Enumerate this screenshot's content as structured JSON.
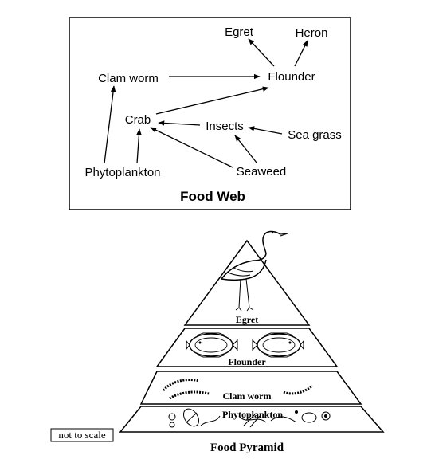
{
  "food_web": {
    "title": "Food Web",
    "nodes": {
      "egret": "Egret",
      "heron": "Heron",
      "clam_worm": "Clam worm",
      "flounder": "Flounder",
      "crab": "Crab",
      "insects": "Insects",
      "sea_grass": "Sea grass",
      "phytoplankton": "Phytoplankton",
      "seaweed": "Seaweed"
    },
    "links": [
      {
        "from": "clam_worm",
        "to": "flounder"
      },
      {
        "from": "crab",
        "to": "flounder"
      },
      {
        "from": "flounder",
        "to": "egret"
      },
      {
        "from": "flounder",
        "to": "heron"
      },
      {
        "from": "phytoplankton",
        "to": "clam_worm"
      },
      {
        "from": "phytoplankton",
        "to": "crab"
      },
      {
        "from": "insects",
        "to": "crab"
      },
      {
        "from": "seaweed",
        "to": "crab"
      },
      {
        "from": "sea_grass",
        "to": "insects"
      },
      {
        "from": "seaweed",
        "to": "insects"
      }
    ]
  },
  "food_pyramid": {
    "title": "Food Pyramid",
    "levels": {
      "top": "Egret",
      "second": "Flounder",
      "third": "Clam worm",
      "base": "Phytoplankton"
    },
    "icons": [
      "egret-icon",
      "flounder-icon",
      "clam-worm-icon",
      "phytoplankton-icon"
    ]
  },
  "scale_note": "not to scale"
}
